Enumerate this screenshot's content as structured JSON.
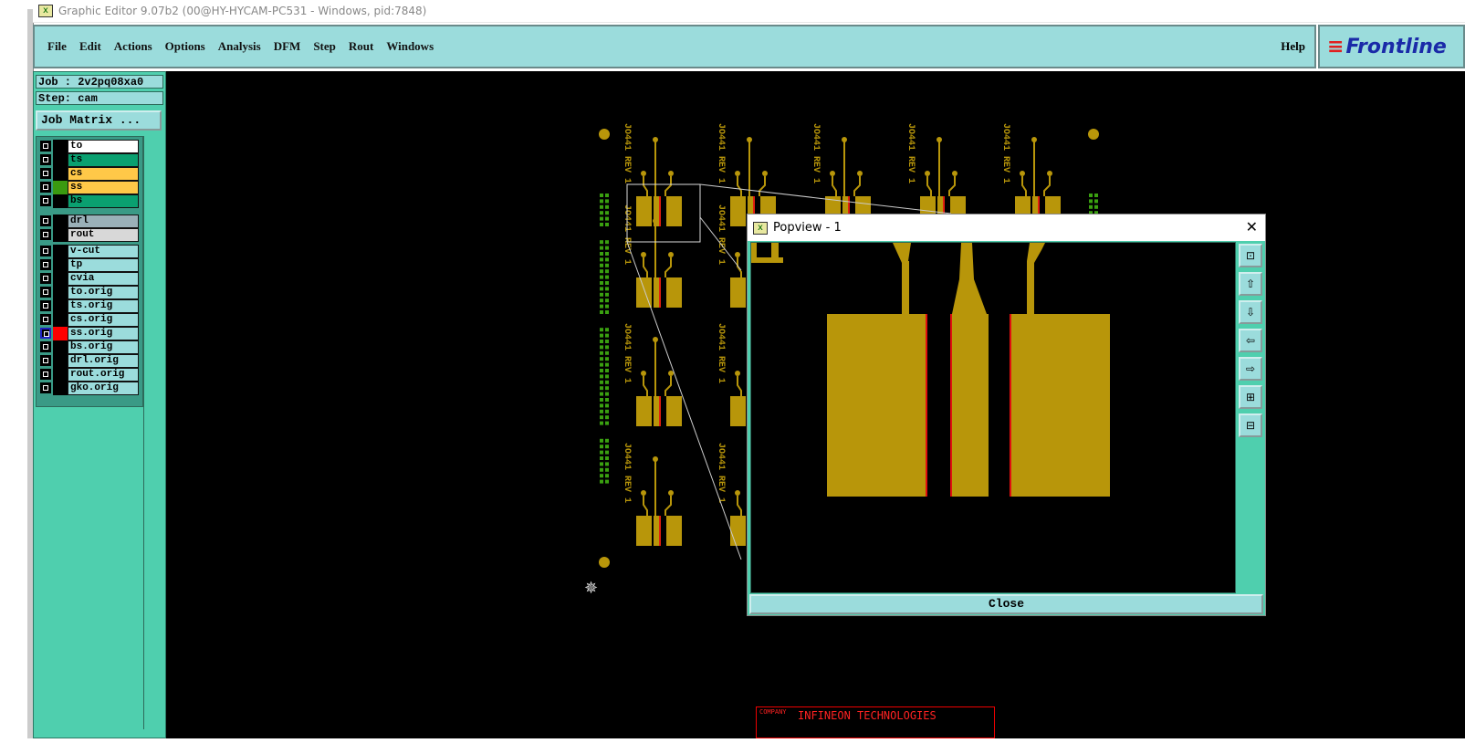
{
  "window": {
    "title": "Graphic Editor 9.07b2 (00@HY-HYCAM-PC531 - Windows, pid:7848)"
  },
  "menu": [
    "File",
    "Edit",
    "Actions",
    "Options",
    "Analysis",
    "DFM",
    "Step",
    "Rout",
    "Windows"
  ],
  "help": "Help",
  "logo": "Frontline",
  "job": "Job : 2v2pq08xa0",
  "step": "Step: cam",
  "job_matrix": "Job Matrix ...",
  "layers": [
    {
      "name": "to",
      "color": "#ffffff"
    },
    {
      "name": "ts",
      "color": "#0aa070"
    },
    {
      "name": "cs",
      "color": "#ffc848"
    },
    {
      "name": "ss",
      "color": "#ffc848",
      "swatch": "#3a9a10"
    },
    {
      "name": "bs",
      "color": "#0aa070"
    },
    {
      "name": "drl",
      "color": "#9ab0b8"
    },
    {
      "name": "rout",
      "color": "#d8d8d8"
    },
    {
      "name": "v-cut",
      "color": "#9bdcdc"
    },
    {
      "name": "tp",
      "color": "#9bdcdc"
    },
    {
      "name": "cvia",
      "color": "#9bdcdc"
    },
    {
      "name": "to.orig",
      "color": "#9bdcdc"
    },
    {
      "name": "ts.orig",
      "color": "#9bdcdc"
    },
    {
      "name": "cs.orig",
      "color": "#9bdcdc"
    },
    {
      "name": "ss.orig",
      "color": "#9bdcdc",
      "swatch": "#ff0000",
      "selected": true
    },
    {
      "name": "bs.orig",
      "color": "#9bdcdc"
    },
    {
      "name": "drl.orig",
      "color": "#9bdcdc"
    },
    {
      "name": "rout.orig",
      "color": "#9bdcdc"
    },
    {
      "name": "gko.orig",
      "color": "#9bdcdc"
    }
  ],
  "board_label": "JO441 REV 1",
  "company_label": "COMPANY",
  "company": "INFINEON TECHNOLOGIES",
  "popview": {
    "title": "Popview - 1",
    "close": "Close",
    "tools": [
      "zoom-fit",
      "pan-up",
      "pan-down",
      "pan-left",
      "pan-right",
      "zoom-in",
      "zoom-out"
    ]
  },
  "colors": {
    "copper": "#b8960a",
    "canvas": "#000000",
    "panel": "#4fcfae",
    "menu": "#9bdcdc"
  }
}
